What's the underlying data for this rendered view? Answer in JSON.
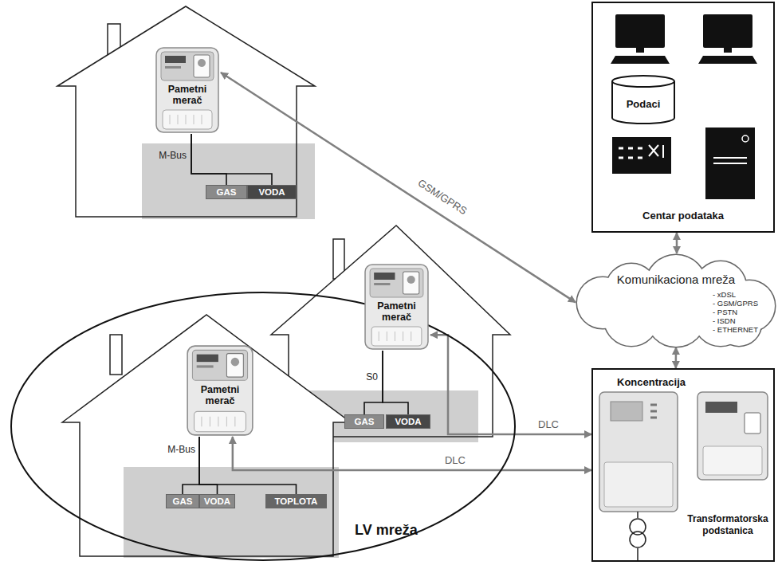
{
  "diagram": {
    "nodes": [
      {
        "text": [
          "Pametni merač"
        ]
      },
      {
        "text": [
          "GAS"
        ]
      },
      {
        "text": [
          "VODA"
        ]
      },
      {
        "text": [
          "Centar podataka"
        ]
      },
      {
        "text": [
          "Podaci"
        ],
        "in": 3
      },
      {
        "text": [
          "Komunikaciona mreža",
          "- xDSL",
          "- GSM/GPRS",
          "- PSTN",
          "- ISDN",
          "- ETHERNET"
        ]
      },
      {
        "text": [
          "LV mreža"
        ]
      },
      {
        "text": [
          "Pametni merač"
        ],
        "in": 6
      },
      {
        "text": [
          "GAS"
        ],
        "in": 6
      },
      {
        "text": [
          "VODA"
        ],
        "in": 6
      },
      {
        "text": [
          "Pametni merač"
        ],
        "in": 6
      },
      {
        "text": [
          "GAS"
        ],
        "in": 6
      },
      {
        "text": [
          "VODA"
        ],
        "in": 6
      },
      {
        "text": [
          "TOPLOTA"
        ],
        "in": 6
      },
      {
        "text": [
          "Koncentracija",
          "Transformatorska podstanica"
        ]
      }
    ],
    "edges": [
      {
        "from": 0,
        "to": 5,
        "label": "GSM/GPRS",
        "arrow": "both"
      },
      {
        "from": 0,
        "to": 1,
        "arrow": "none"
      },
      {
        "from": 0,
        "to": 2,
        "arrow": "none"
      },
      {
        "from": 5,
        "to": 3,
        "arrow": "both"
      },
      {
        "from": 5,
        "to": 14,
        "arrow": "both"
      },
      {
        "from": 7,
        "to": 8,
        "arrow": "none"
      },
      {
        "from": 7,
        "to": 9,
        "arrow": "none"
      },
      {
        "from": 7,
        "to": 14,
        "label": "DLC",
        "arrow": "both"
      },
      {
        "from": 10,
        "to": 11,
        "arrow": "none"
      },
      {
        "from": 10,
        "to": 12,
        "arrow": "none"
      },
      {
        "from": 10,
        "to": 13,
        "arrow": "none"
      },
      {
        "from": 10,
        "to": 14,
        "label": "DLC",
        "arrow": "both"
      }
    ],
    "labels": [
      "M-Bus",
      "S0",
      "M-Bus"
    ]
  }
}
